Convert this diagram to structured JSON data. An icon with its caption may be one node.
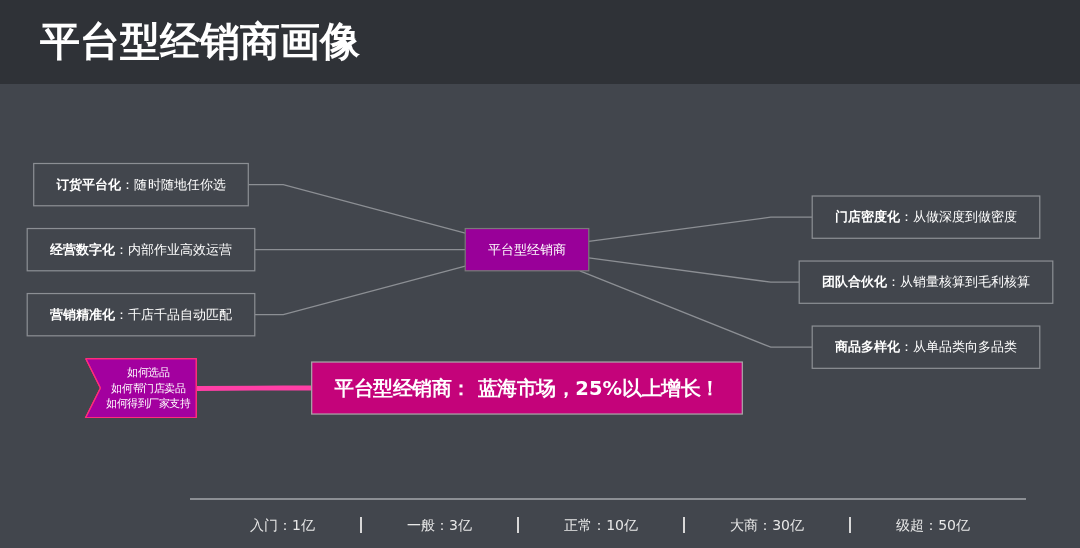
{
  "diagram": {
    "title": "平台型经销商画像",
    "nodes": [
      {
        "text": [
          "如何选品",
          "如何帮门店卖品",
          "如何得到厂家支持"
        ]
      },
      {
        "text": [
          "**订货平台化**：随时随地任你选"
        ]
      },
      {
        "text": [
          "**门店密度化**：从做深度到做密度"
        ]
      },
      {
        "text": [
          "**经营数字化**：内部作业高效运营"
        ]
      },
      {
        "text": [
          "平台型经销商"
        ]
      },
      {
        "text": [
          "**团队合伙化**：从销量核算到毛利核算"
        ]
      },
      {
        "text": [
          "**营销精准化**：千店千品自动匹配"
        ]
      },
      {
        "text": [
          "**商品多样化**：从单品类向多品类"
        ]
      },
      {
        "text": [
          "平台型经销商： 蓝海市场，25%以上增长！"
        ]
      }
    ],
    "edges": [
      {
        "from": 0,
        "to": 8,
        "arrow": "none",
        "style": "thick",
        "color": "#ff3fa6"
      },
      {
        "from": 1,
        "to": 4,
        "arrow": "none"
      },
      {
        "from": 4,
        "to": 2,
        "arrow": "none"
      },
      {
        "from": 3,
        "to": 4,
        "arrow": "none"
      },
      {
        "from": 4,
        "to": 5,
        "arrow": "none"
      },
      {
        "from": 6,
        "to": 4,
        "arrow": "none"
      },
      {
        "from": 4,
        "to": 7,
        "arrow": "none"
      }
    ],
    "labels": [
      "入门：1亿",
      "一般：3亿",
      "正常：10亿",
      "大商：30亿",
      "级超：50亿"
    ]
  }
}
